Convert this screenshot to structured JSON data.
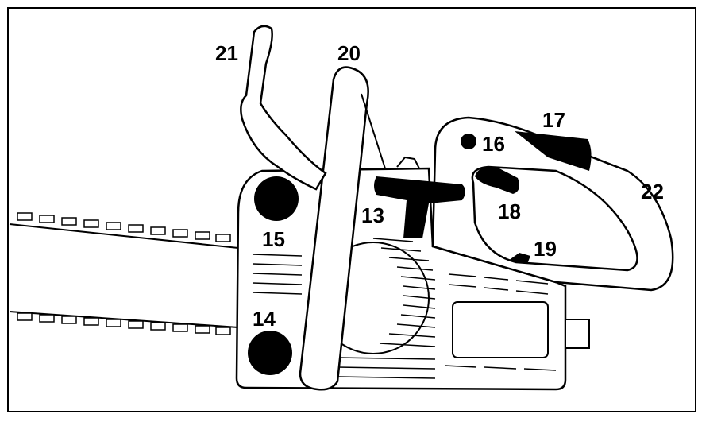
{
  "callouts": [
    {
      "id": "13",
      "label": "13"
    },
    {
      "id": "14",
      "label": "14"
    },
    {
      "id": "15",
      "label": "15"
    },
    {
      "id": "16",
      "label": "16"
    },
    {
      "id": "17",
      "label": "17"
    },
    {
      "id": "18",
      "label": "18"
    },
    {
      "id": "19",
      "label": "19"
    },
    {
      "id": "20",
      "label": "20"
    },
    {
      "id": "21",
      "label": "21"
    },
    {
      "id": "22",
      "label": "22"
    }
  ],
  "colors": {
    "ink": "#000000",
    "paper": "#ffffff"
  }
}
